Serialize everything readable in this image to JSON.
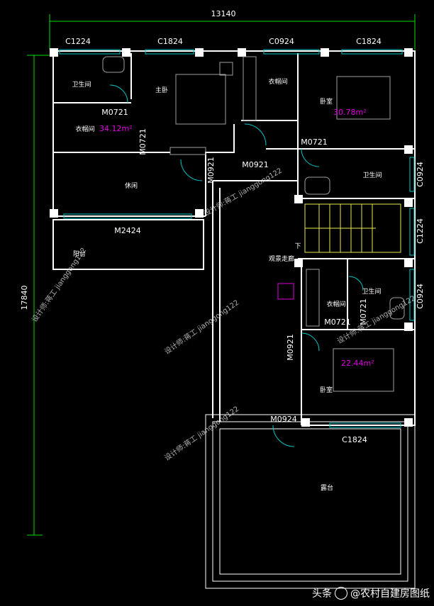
{
  "dimensions": {
    "width_total": "13140",
    "height_total": "17840"
  },
  "windows": {
    "w1": "C1224",
    "w2": "C1824",
    "w3": "C0924",
    "w4": "C1824",
    "w5": "C0924",
    "w6": "C1224",
    "w7": "C0924",
    "w8": "C1824"
  },
  "doors": {
    "d1": "M0721",
    "d2": "M0721",
    "d3": "M0921",
    "d4": "M0921",
    "d5": "M0721",
    "d6": "M0721",
    "d7": "M0921",
    "d8": "M0924",
    "d9": "M2424",
    "d10": "M0721"
  },
  "rooms": {
    "bath1": "卫生间",
    "closet1": "衣帽间",
    "master": "主卧",
    "closet2": "衣帽间",
    "bedroom1": "卧室",
    "study": "休闲",
    "bath2": "卫生间",
    "balcony": "阳台",
    "gallery": "观景走廊",
    "closet3": "衣帽间",
    "bath3": "卫生间",
    "bedroom2": "卧室",
    "terrace": "露台",
    "down": "下"
  },
  "areas": {
    "a1": "34.12m²",
    "a2": "30.78m²",
    "a3": "22.44m²"
  },
  "watermark": "设计师:蒋工 jianggong122",
  "footer": {
    "prefix": "头条",
    "handle": "@农村自建房图纸"
  },
  "colors": {
    "wall": "#ffffff",
    "window": "#00c8c8",
    "dimension": "#00e000",
    "area": "#e000e0",
    "stair": "#e8e850",
    "furniture": "#a0a0a0"
  }
}
